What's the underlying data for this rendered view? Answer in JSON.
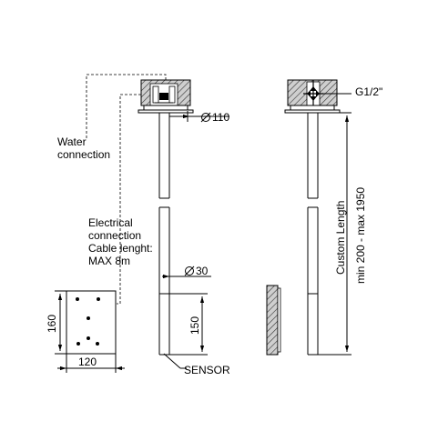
{
  "labels": {
    "water_connection": [
      "Water",
      "connection"
    ],
    "electrical_connection": [
      "Electrical",
      "connection",
      "Cable lenght:",
      "MAX 8m"
    ],
    "dia_110": "110",
    "dia_30": "30",
    "dim_150": "150",
    "dim_160": "160",
    "dim_120": "120",
    "sensor": "SENSOR",
    "thread": "G1/2\"",
    "custom_length": "Custom Length",
    "custom_range": "min 200 - max 1950"
  },
  "colors": {
    "line": "#000000",
    "hatch": "#333333",
    "hatch_bg": "#cfcfcf"
  }
}
